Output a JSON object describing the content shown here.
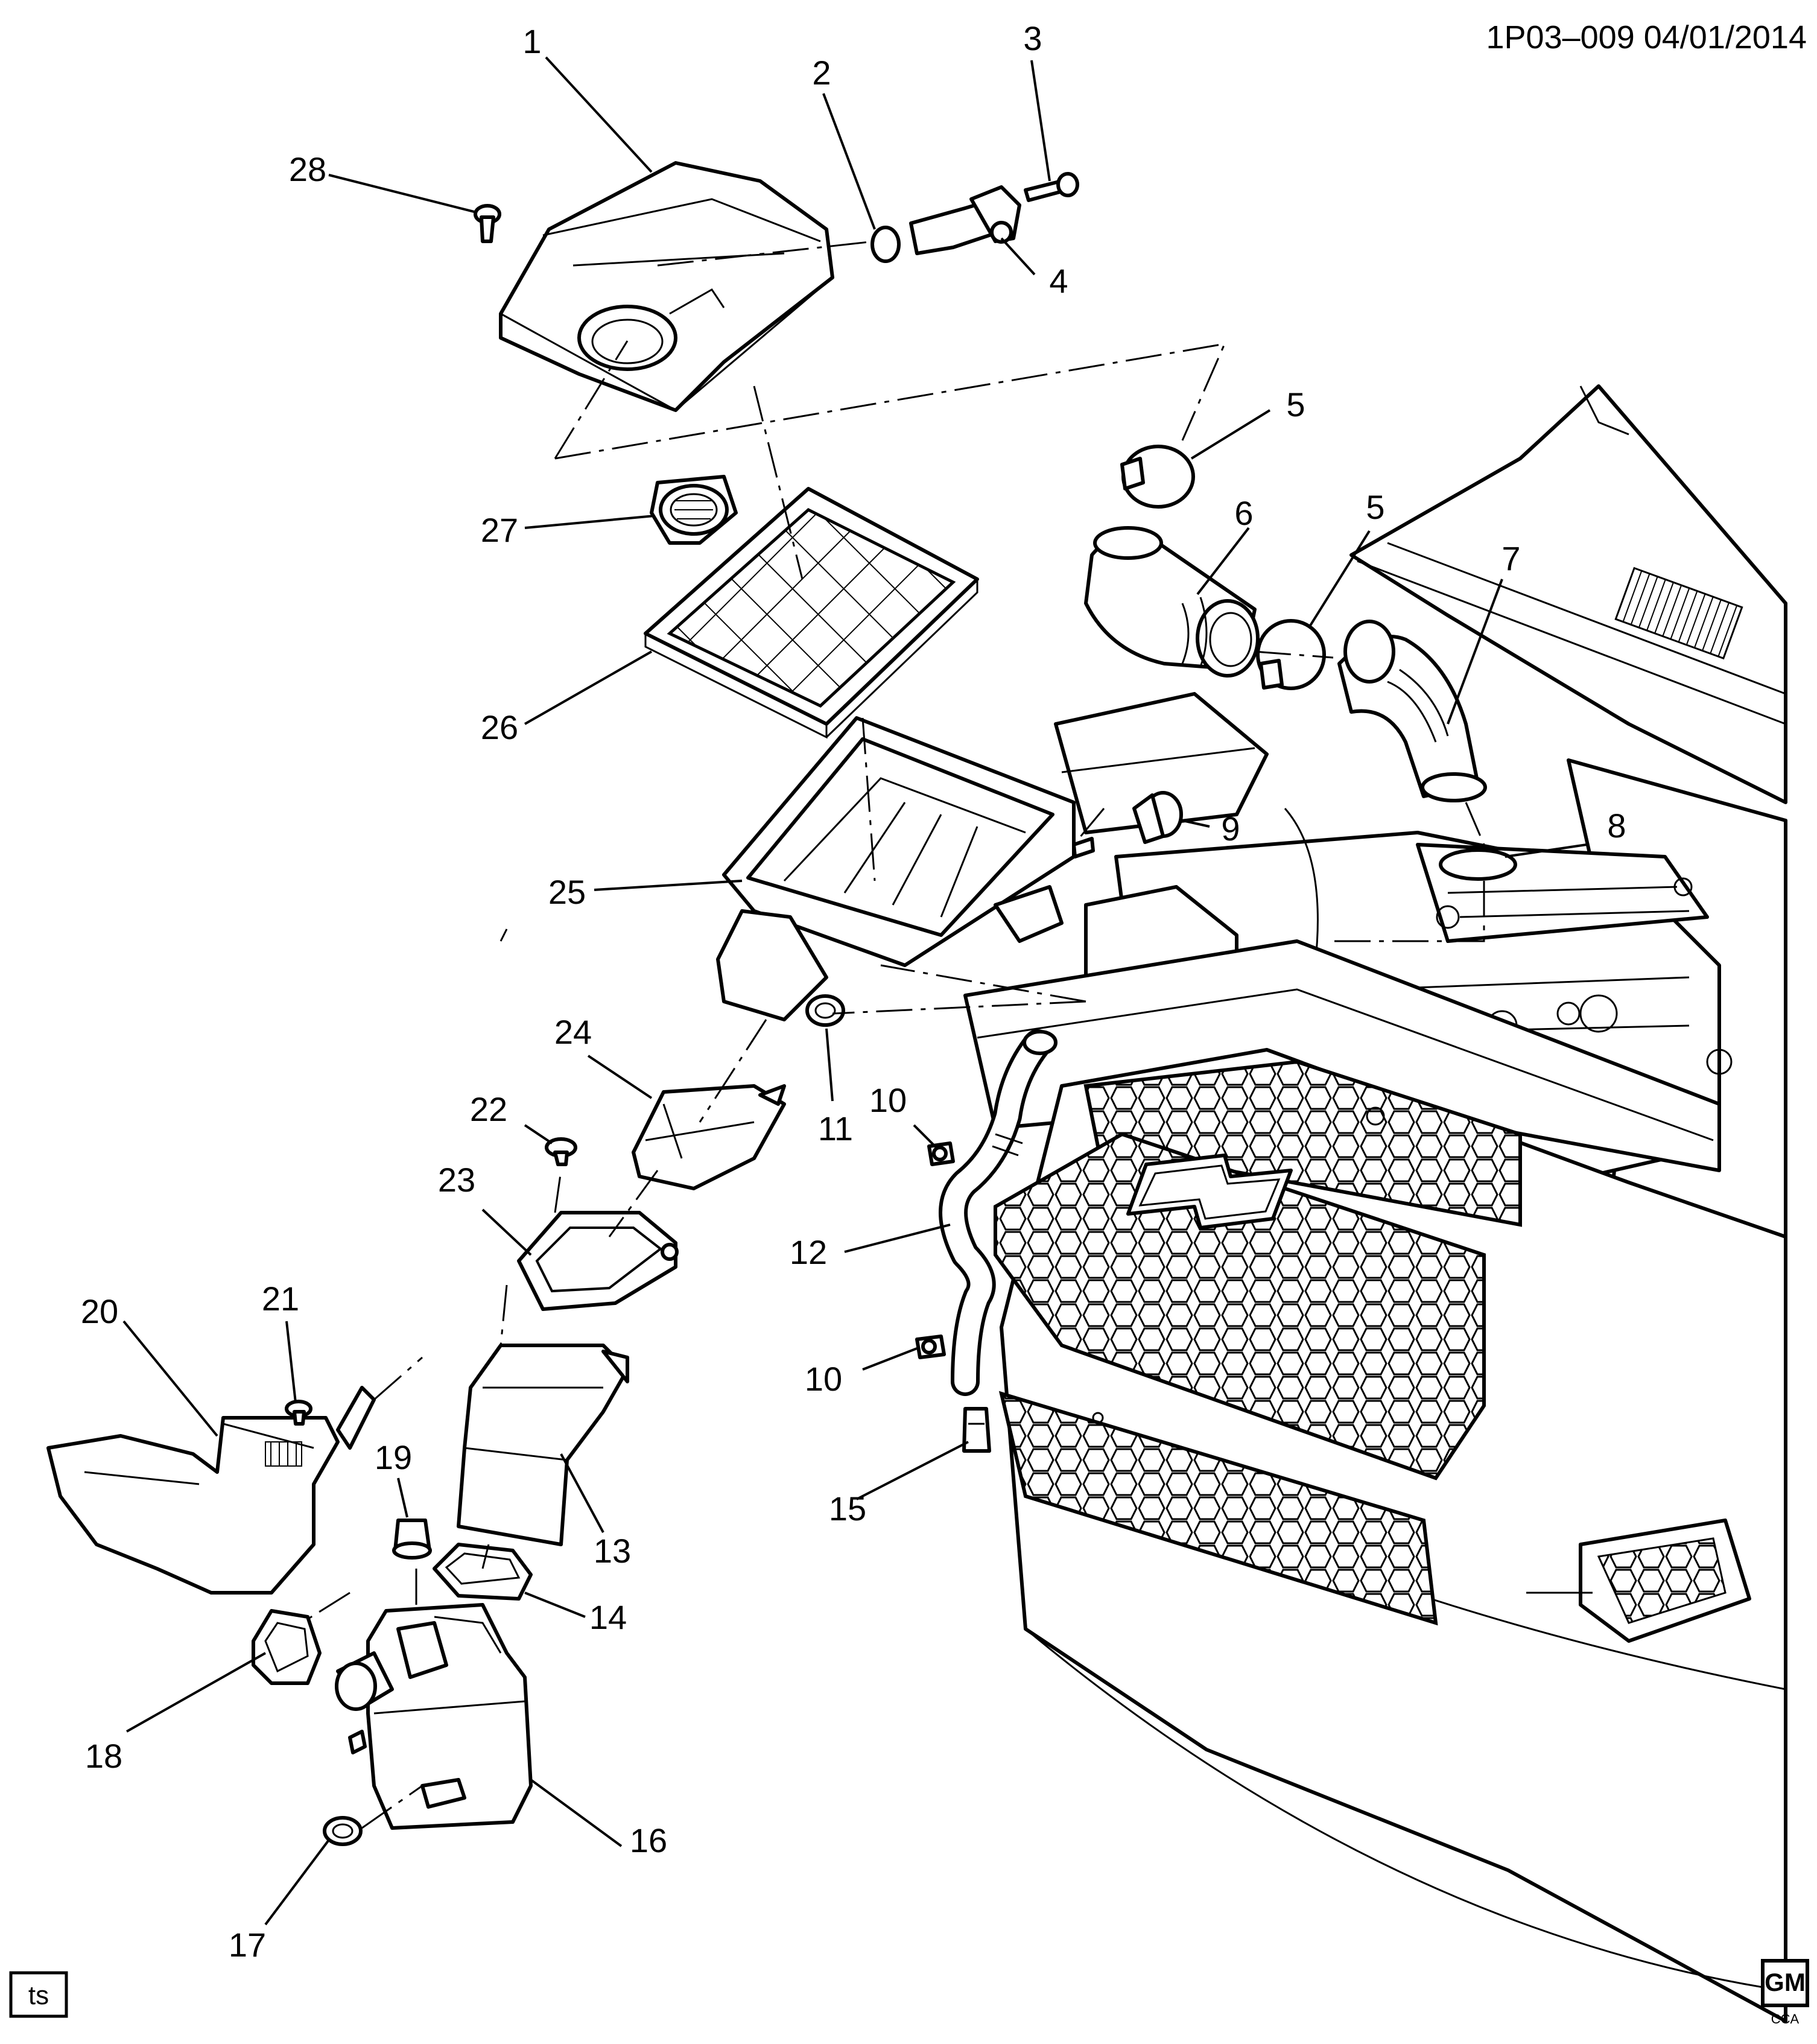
{
  "header": {
    "code": "1P03–009  04/01/2014"
  },
  "footer": {
    "ts_tag": "ts",
    "logo_text": "GM",
    "logo_sub": "CCA"
  },
  "callouts": [
    "1",
    "2",
    "3",
    "4",
    "5",
    "5",
    "6",
    "7",
    "8",
    "9",
    "10",
    "10",
    "11",
    "12",
    "13",
    "14",
    "15",
    "16",
    "17",
    "18",
    "19",
    "20",
    "21",
    "22",
    "23",
    "24",
    "25",
    "26",
    "27",
    "28"
  ]
}
